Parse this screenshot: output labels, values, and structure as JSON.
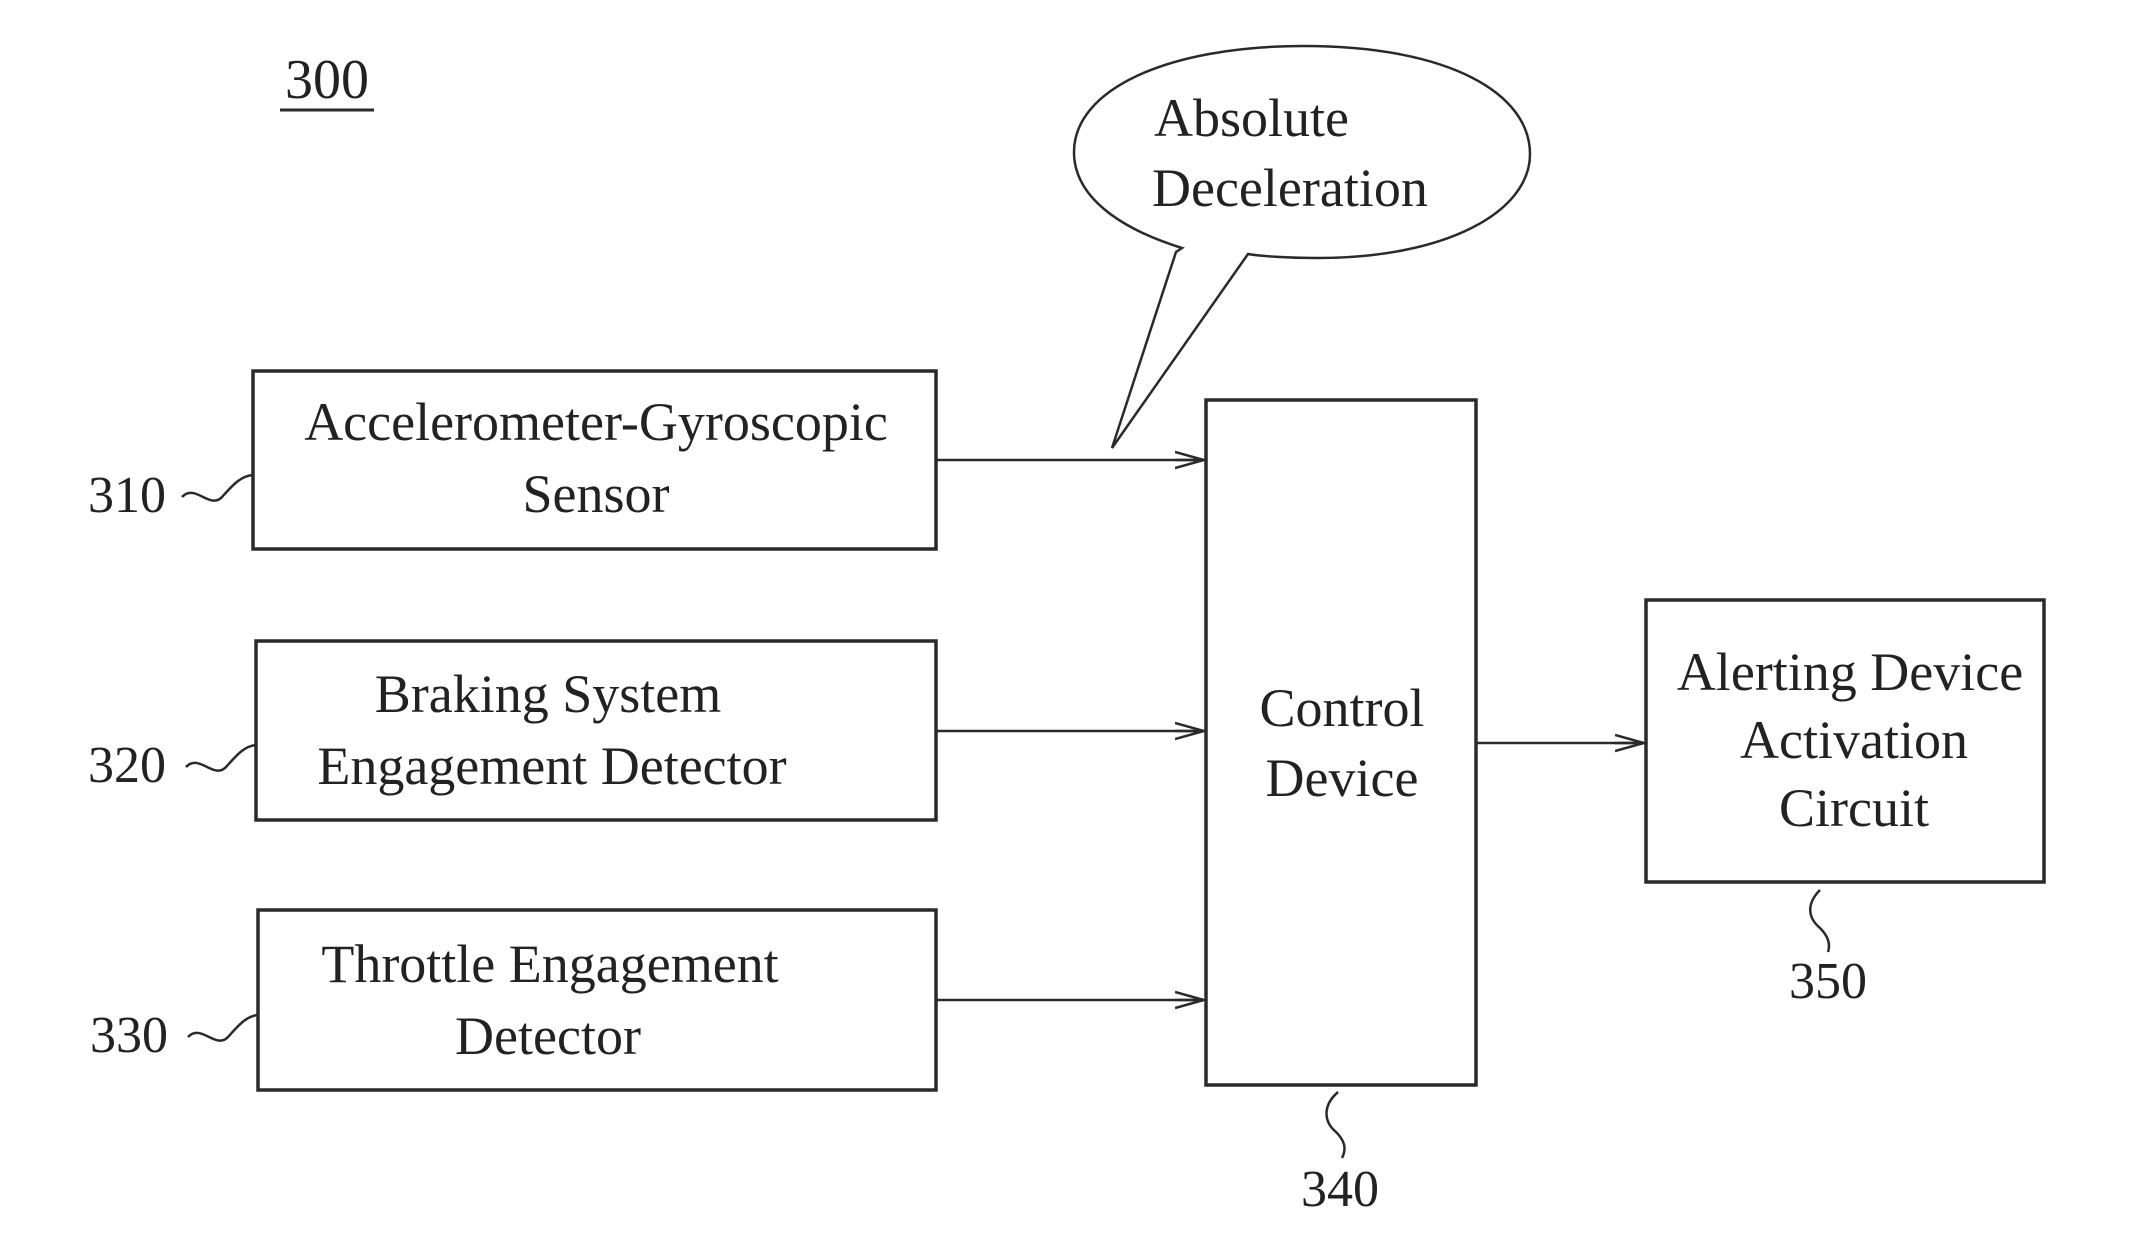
{
  "figure": {
    "number": "300"
  },
  "blocks": {
    "sensor": {
      "ref": "310",
      "line1": "Accelerometer-Gyroscopic",
      "line2": "Sensor"
    },
    "braking": {
      "ref": "320",
      "line1": "Braking System",
      "line2": "Engagement Detector"
    },
    "throttle": {
      "ref": "330",
      "line1": "Throttle Engagement",
      "line2": "Detector"
    },
    "control": {
      "ref": "340",
      "line1": "Control",
      "line2": "Device"
    },
    "alerting": {
      "ref": "350",
      "line1": "Alerting Device",
      "line2": "Activation",
      "line3": "Circuit"
    }
  },
  "callout": {
    "line1": "Absolute",
    "line2": "Deceleration"
  }
}
